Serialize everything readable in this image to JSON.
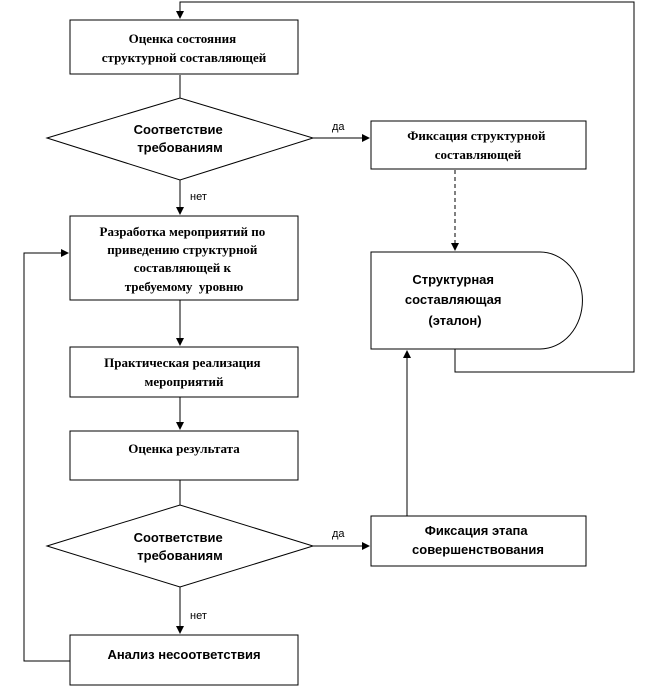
{
  "nodes": {
    "evaluate_state": [
      "Оценка состояния",
      "структурной составляющей"
    ],
    "decision_1": [
      "Соответствие",
      "требованиям"
    ],
    "fix_component": [
      "Фиксация структурной",
      "составляющей"
    ],
    "develop_measures": [
      "Разработка мероприятий по",
      "приведению структурной",
      "составляющей к",
      "требуемому  уровню"
    ],
    "reference_component": [
      "Структурная",
      "составляющая",
      "(эталон)"
    ],
    "implementation": [
      "Практическая реализация",
      "мероприятий"
    ],
    "evaluate_result": [
      "Оценка результата"
    ],
    "decision_2": [
      "Соответствие",
      "требованиям"
    ],
    "fix_stage": [
      "Фиксация этапа",
      "совершенствования"
    ],
    "nonconformity_analysis": [
      "Анализ несоответствия"
    ]
  },
  "edge_labels": {
    "decision_1_yes": "да",
    "decision_1_no": "нет",
    "decision_2_yes": "да",
    "decision_2_no": "нет"
  }
}
